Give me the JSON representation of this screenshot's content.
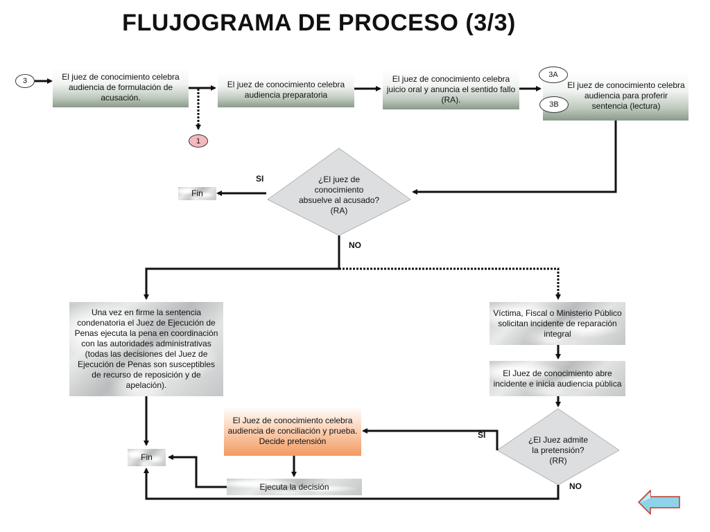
{
  "title": "FLUJOGRAMA DE PROCESO  (3/3)",
  "connectors": {
    "start": "3",
    "offpage": "1",
    "a": "3A",
    "b": "3B"
  },
  "boxes": {
    "b1": "El juez de conocimiento celebra audiencia de formulación de acusación.",
    "b2": "El juez de conocimiento celebra audiencia preparatoria",
    "b3": "El juez de conocimiento celebra juicio oral y anuncia el sentido fallo (RA).",
    "b4": "El juez de conocimiento celebra audiencia  para proferir sentencia (lectura)",
    "execution": "Una vez en firme la sentencia condenatoria el Juez de Ejecución de Penas ejecuta la pena en coordinación con las autoridades administrativas (todas las decisiones del Juez de Ejecución de Penas son susceptibles de recurso de reposición y de apelación).",
    "victim": "Víctima, Fiscal o Ministerio Público solicitan incidente de reparación integral",
    "opens": "El Juez de conocimiento abre incidente e inicia audiencia pública",
    "conciliation": "El Juez de conocimiento celebra audiencia de conciliación y prueba.  Decide pretensión",
    "executes": "Ejecuta la decisión",
    "fin1": "Fin",
    "fin2": "Fin"
  },
  "decisions": {
    "d1": "¿El juez de conocimiento absuelve al acusado? (RA)",
    "d2": "¿El Juez admite la pretensión? (RR)"
  },
  "labels": {
    "si1": "SI",
    "no1": "NO",
    "si2": "SI",
    "no2": "NO"
  },
  "nav": {
    "back_icon": "back-arrow-icon",
    "back_color": "#8fd3e8"
  }
}
